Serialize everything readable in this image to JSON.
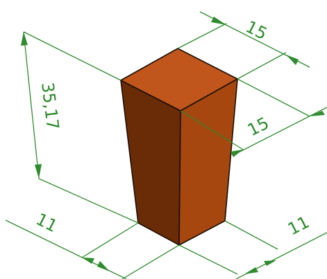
{
  "dimensions": {
    "height": "35,17",
    "top_width": "15",
    "top_depth": "15",
    "bottom_width": "11",
    "bottom_depth": "11"
  },
  "colors": {
    "face_top": "#c0561b",
    "face_left": "#6a2c06",
    "face_right": "#a5470f",
    "edge": "#1a0d05",
    "dimension": "#2e8b2e"
  }
}
